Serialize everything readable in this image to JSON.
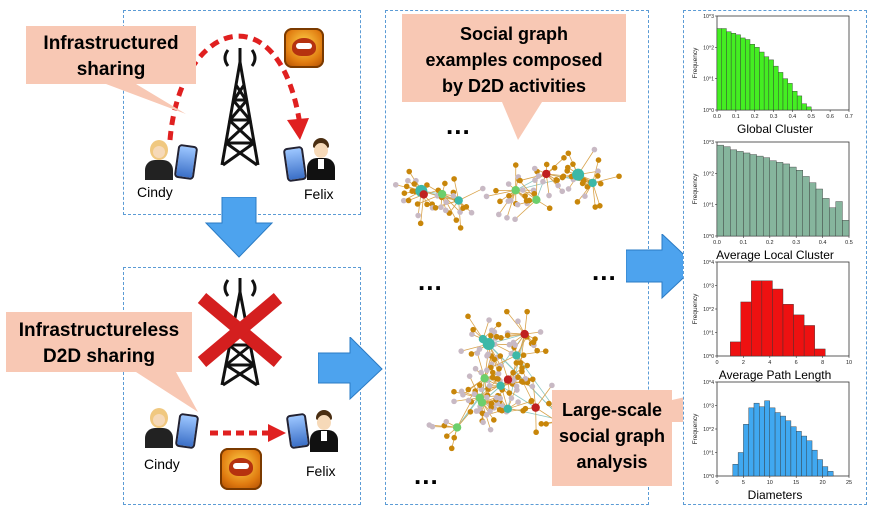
{
  "callouts": {
    "infra": [
      "Infrastructured",
      "sharing"
    ],
    "d2d": [
      "Infrastructureless",
      "D2D sharing"
    ],
    "social_examples": [
      "Social graph",
      "examples composed",
      "by D2D activities"
    ],
    "large_scale": [
      "Large-scale",
      "social graph",
      "analysis"
    ]
  },
  "people": {
    "top_left": "Cindy",
    "top_right": "Felix",
    "bottom_left": "Cindy",
    "bottom_right": "Felix"
  },
  "ellipsis": "...",
  "colors": {
    "panel_border": "#5b9bd5",
    "callout_fill": "#f8c8b4",
    "arrow_fill": "#4da3ee",
    "red_dash": "#e02020",
    "node_orange": "#c8860a",
    "node_gray": "#c8b9c4",
    "node_teal": "#3cb8a8",
    "node_green": "#6ccf6c",
    "node_red": "#c02020"
  },
  "chart_data": [
    {
      "type": "bar",
      "title": "Global Cluster",
      "ylabel": "Frequency",
      "color": "#44ee22",
      "x_ticks": [
        "0.0",
        "0.1",
        "0.2",
        "0.3",
        "0.4",
        "0.5",
        "0.6",
        "0.7"
      ],
      "y_ticks": [
        "10^0",
        "10^1",
        "10^2",
        "10^3"
      ],
      "xlim": [
        0,
        0.7
      ],
      "ylim_log": [
        0,
        3
      ],
      "bin_width": 0.025,
      "x": [
        0.0,
        0.025,
        0.05,
        0.075,
        0.1,
        0.125,
        0.15,
        0.175,
        0.2,
        0.225,
        0.25,
        0.275,
        0.3,
        0.325,
        0.35,
        0.375,
        0.4,
        0.425,
        0.45,
        0.475
      ],
      "values_log": [
        2.6,
        2.6,
        2.5,
        2.45,
        2.4,
        2.3,
        2.25,
        2.1,
        2.0,
        1.85,
        1.7,
        1.6,
        1.4,
        1.2,
        1.0,
        0.85,
        0.6,
        0.45,
        0.2,
        0.1
      ]
    },
    {
      "type": "bar",
      "title": "Average Local Cluster",
      "ylabel": "Frequency",
      "color": "#86b59d",
      "x_ticks": [
        "0.0",
        "0.1",
        "0.2",
        "0.3",
        "0.4",
        "0.5"
      ],
      "y_ticks": [
        "10^0",
        "10^1",
        "10^2",
        "10^3"
      ],
      "xlim": [
        0,
        0.5
      ],
      "ylim_log": [
        0,
        3
      ],
      "bin_width": 0.025,
      "x": [
        0.0,
        0.025,
        0.05,
        0.075,
        0.1,
        0.125,
        0.15,
        0.175,
        0.2,
        0.225,
        0.25,
        0.275,
        0.3,
        0.325,
        0.35,
        0.375,
        0.4,
        0.425,
        0.45,
        0.475
      ],
      "values_log": [
        2.9,
        2.85,
        2.75,
        2.7,
        2.65,
        2.6,
        2.55,
        2.5,
        2.4,
        2.35,
        2.3,
        2.2,
        2.1,
        1.9,
        1.7,
        1.5,
        1.2,
        0.9,
        1.1,
        0.5
      ]
    },
    {
      "type": "bar",
      "title": "Average Path Length",
      "ylabel": "Frequency",
      "color": "#ee1111",
      "x_ticks": [
        "0",
        "2",
        "4",
        "6",
        "8",
        "10"
      ],
      "y_ticks": [
        "10^0",
        "10^1",
        "10^2",
        "10^3",
        "10^4"
      ],
      "xlim": [
        0,
        10
      ],
      "ylim_log": [
        0,
        4
      ],
      "bin_width": 0.8,
      "x": [
        1.0,
        1.8,
        2.6,
        3.4,
        4.2,
        5.0,
        5.8,
        6.6,
        7.4
      ],
      "values_log": [
        0.6,
        2.3,
        3.2,
        3.2,
        2.85,
        2.2,
        1.75,
        1.3,
        0.3
      ]
    },
    {
      "type": "bar",
      "title": "Diameters",
      "ylabel": "Frequency",
      "color": "#40a8f0",
      "x_ticks": [
        "0",
        "5",
        "10",
        "15",
        "20",
        "25"
      ],
      "y_ticks": [
        "10^0",
        "10^1",
        "10^2",
        "10^3",
        "10^4"
      ],
      "xlim": [
        0,
        25
      ],
      "ylim_log": [
        0,
        4
      ],
      "bin_width": 1,
      "x": [
        3,
        4,
        5,
        6,
        7,
        8,
        9,
        10,
        11,
        12,
        13,
        14,
        15,
        16,
        17,
        18,
        19,
        20,
        21
      ],
      "values_log": [
        0.5,
        1.0,
        2.2,
        2.9,
        3.1,
        2.95,
        3.2,
        2.9,
        2.7,
        2.55,
        2.35,
        2.1,
        1.9,
        1.7,
        1.5,
        1.1,
        0.7,
        0.4,
        0.2
      ]
    }
  ]
}
